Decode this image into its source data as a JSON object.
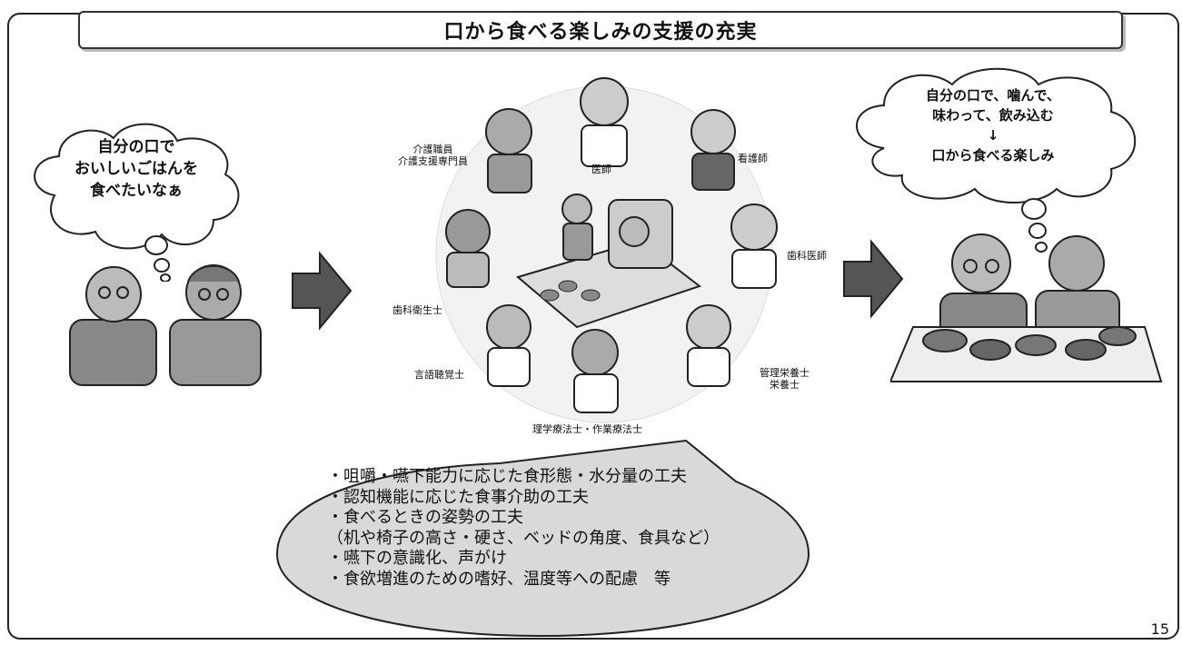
{
  "title": "口から食べる楽しみの支援の充実",
  "left_cloud": {
    "lines": [
      "自分の口で",
      "おいしいごはんを",
      "食べたいなぁ"
    ]
  },
  "right_cloud": {
    "lines": [
      "自分の口で、噛んで、",
      "味わって、飲み込む",
      "↓",
      "口から食べる楽しみ"
    ]
  },
  "roles": {
    "care_worker": [
      "介護職員",
      "介護支援専門員"
    ],
    "doctor": "医師",
    "nurse": "看護師",
    "dentist": "歯科医師",
    "hygienist": "歯科衛生士",
    "dietitian": [
      "管理栄養士",
      "栄養士"
    ],
    "speech_therapist": "言語聴覚士",
    "therapists": "理学療法士・作業療法士"
  },
  "bubble": {
    "items": [
      "・咀嚼・嚥下能力に応じた食形態・水分量の工夫",
      "・認知機能に応じた食事介助の工夫",
      "・食べるときの姿勢の工夫",
      "（机や椅子の高さ・硬さ、ベッドの角度、食具など）",
      "・嚥下の意識化、声がけ",
      "・食欲増進のための嗜好、温度等への配慮　等"
    ]
  },
  "page_number": "15",
  "colors": {
    "arrow": "#555555",
    "bubble_fill": "#d9d9d9",
    "border": "#222222"
  }
}
